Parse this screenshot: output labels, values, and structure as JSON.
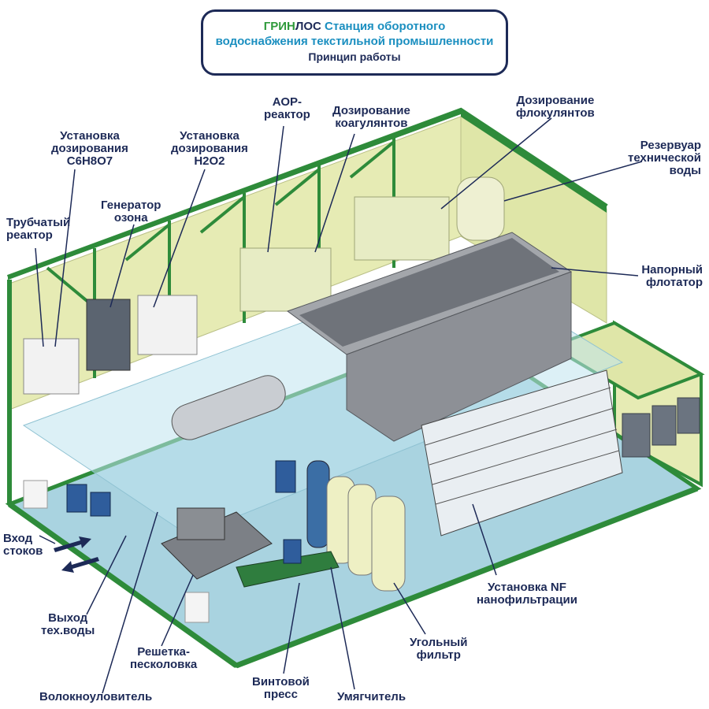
{
  "title": {
    "brand_part1": "ГРИН",
    "brand_part2": "ЛОС",
    "line1_rest": " Станция оборотного",
    "line2": "водоснабжения текстильной промышленности",
    "line3": "Принцип работы"
  },
  "labels": {
    "aop_reactor": [
      "АОР-",
      "реактор"
    ],
    "coagulant_dosing": [
      "Дозирование",
      "коагулянтов"
    ],
    "flocculant_dosing": [
      "Дозирование",
      "флокулянтов"
    ],
    "citric_dosing": [
      "Установка",
      "дозирования",
      "C6H8O7"
    ],
    "h2o2_dosing": [
      "Установка",
      "дозирования",
      "H2O2"
    ],
    "tech_water_tank": [
      "Резервуар",
      "технической",
      "воды"
    ],
    "ozone_generator": [
      "Генератор",
      "озона"
    ],
    "tubular_reactor": [
      "Трубчатый",
      "реактор"
    ],
    "pressure_flotator": [
      "Напорный",
      "флотатор"
    ],
    "inlet": [
      "Вход",
      "стоков"
    ],
    "outlet": [
      "Выход",
      "тех.воды"
    ],
    "nf_unit": [
      "Установка NF",
      "нанофильтрации"
    ],
    "screen_sand_trap": [
      "Решетка-",
      "песколовка"
    ],
    "carbon_filter": [
      "Угольный",
      "фильтр"
    ],
    "screw_press": [
      "Винтовой",
      "пресс"
    ],
    "fiber_catcher": [
      "Волокноуловитель"
    ],
    "softener": [
      "Умягчитель"
    ]
  },
  "colors": {
    "frame_green": "#2e8b3a",
    "wall_yellow": "#e6ebb4",
    "floor_blue": "#a9d3e0",
    "flotator_grey": "#8d9096",
    "label_navy": "#1d2a57",
    "title_blue": "#1b8fc0"
  }
}
